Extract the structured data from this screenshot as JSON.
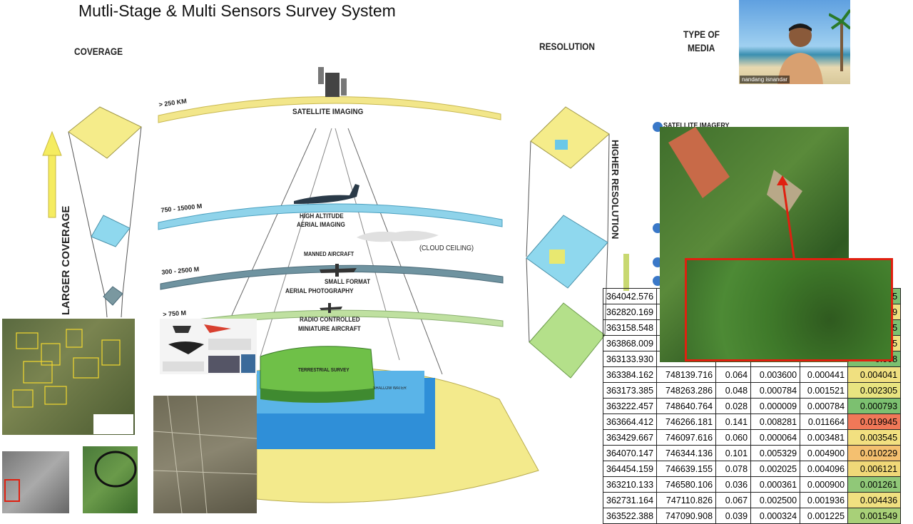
{
  "slide": {
    "title": "Mutli-Stage & Multi Sensors Survey System",
    "headers": {
      "coverage": "COVERAGE",
      "resolution": "RESOLUTION",
      "type_of_media_line1": "TYPE OF",
      "type_of_media_line2": "MEDIA",
      "larger_coverage": "LARGER COVERAGE",
      "higher_resolution": "HIGHER RESOLUTION"
    },
    "layers": [
      {
        "altitude": "> 250 KM",
        "label": "SATELLITE IMAGING",
        "color": "#f2e68a"
      },
      {
        "altitude": "750 - 15000 M",
        "label_line1": "HIGH ALTITUDE",
        "label_line2": "AERIAL IMAGING",
        "color": "#8fd3ea"
      },
      {
        "altitude": "300 - 2500 M",
        "label_line1": "MANNED AIRCRAFT",
        "label_line2": "SMALL FORMAT",
        "label_line3": "AERIAL PHOTOGRAPHY",
        "color": "#6f93a0"
      },
      {
        "altitude": "> 750 M",
        "label_line1": "RADIO CONTROLLED",
        "label_line2": "MINIATURE AIRCRAFT",
        "color": "#bfe0a0"
      }
    ],
    "cloud_label": "(CLOUD CEILING)",
    "terrestrial_label": "TERRESTRIAL SURVEY",
    "shallow_label": "SHALLOW WATER",
    "media_item": "SATELLITE IMAGERY",
    "colors": {
      "yellow": "#f5ec8a",
      "blue": "#8fd8ee",
      "green": "#b4e08a",
      "red_box": "#e02010"
    }
  },
  "video": {
    "participant": "nandang isnandar"
  },
  "table": {
    "rows_top": [
      [
        "364042.576",
        "0.005"
      ],
      [
        "362820.169",
        "0.009"
      ],
      [
        "363158.548",
        "0.005"
      ],
      [
        "363868.009",
        "0.005"
      ],
      [
        "363133.930",
        "0.008"
      ]
    ],
    "rows": [
      {
        "cells": [
          "363384.162",
          "748139.716",
          "0.064",
          "0.003600",
          "0.000441",
          "0.004041"
        ],
        "color": "#f0e080"
      },
      {
        "cells": [
          "363173.385",
          "748263.286",
          "0.048",
          "0.000784",
          "0.001521",
          "0.002305"
        ],
        "color": "#e8e480"
      },
      {
        "cells": [
          "363222.457",
          "748640.764",
          "0.028",
          "0.000009",
          "0.000784",
          "0.000793"
        ],
        "color": "#7cc070"
      },
      {
        "cells": [
          "363664.412",
          "746266.181",
          "0.141",
          "0.008281",
          "0.011664",
          "0.019945"
        ],
        "color": "#f07858"
      },
      {
        "cells": [
          "363429.667",
          "746097.616",
          "0.060",
          "0.000064",
          "0.003481",
          "0.003545"
        ],
        "color": "#f2e080"
      },
      {
        "cells": [
          "364070.147",
          "746344.136",
          "0.101",
          "0.005329",
          "0.004900",
          "0.010229"
        ],
        "color": "#f4c070"
      },
      {
        "cells": [
          "364454.159",
          "746639.155",
          "0.078",
          "0.002025",
          "0.004096",
          "0.006121"
        ],
        "color": "#f0d878"
      },
      {
        "cells": [
          "363210.133",
          "746580.106",
          "0.036",
          "0.000361",
          "0.000900",
          "0.001261"
        ],
        "color": "#90c878"
      },
      {
        "cells": [
          "362731.164",
          "747110.826",
          "0.067",
          "0.002500",
          "0.001936",
          "0.004436"
        ],
        "color": "#f0e080"
      },
      {
        "cells": [
          "363522.388",
          "747090.908",
          "0.039",
          "0.000324",
          "0.001225",
          "0.001549"
        ],
        "color": "#a8d078"
      }
    ]
  }
}
